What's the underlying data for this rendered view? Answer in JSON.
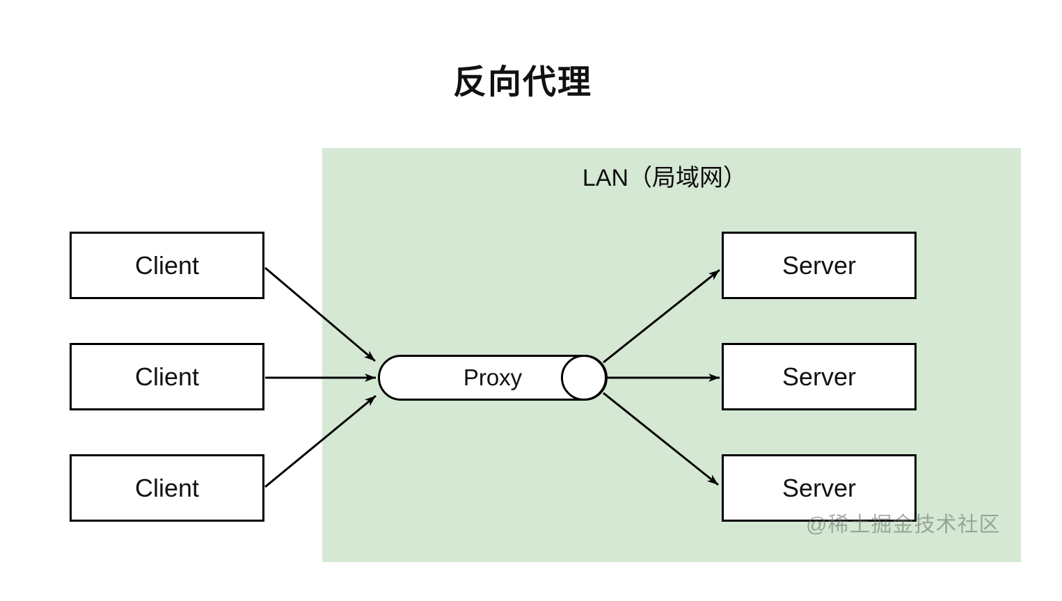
{
  "title": "反向代理",
  "lan": {
    "label": "LAN（局域网）",
    "bg_color": "#d5e8d4"
  },
  "nodes": {
    "clients": [
      {
        "label": "Client"
      },
      {
        "label": "Client"
      },
      {
        "label": "Client"
      }
    ],
    "proxy": {
      "label": "Proxy"
    },
    "servers": [
      {
        "label": "Server"
      },
      {
        "label": "Server"
      },
      {
        "label": "Server"
      }
    ]
  },
  "edges": [
    {
      "from": "client-1",
      "to": "proxy"
    },
    {
      "from": "client-2",
      "to": "proxy"
    },
    {
      "from": "client-3",
      "to": "proxy"
    },
    {
      "from": "proxy",
      "to": "server-1"
    },
    {
      "from": "proxy",
      "to": "server-2"
    },
    {
      "from": "proxy",
      "to": "server-3"
    }
  ],
  "watermark": "@稀土掘金技术社区",
  "colors": {
    "canvas_bg": "#ffffff",
    "lan_bg": "#d5e8d4",
    "node_fill": "#ffffff",
    "stroke": "#000000",
    "watermark_gray": "#707a70"
  }
}
